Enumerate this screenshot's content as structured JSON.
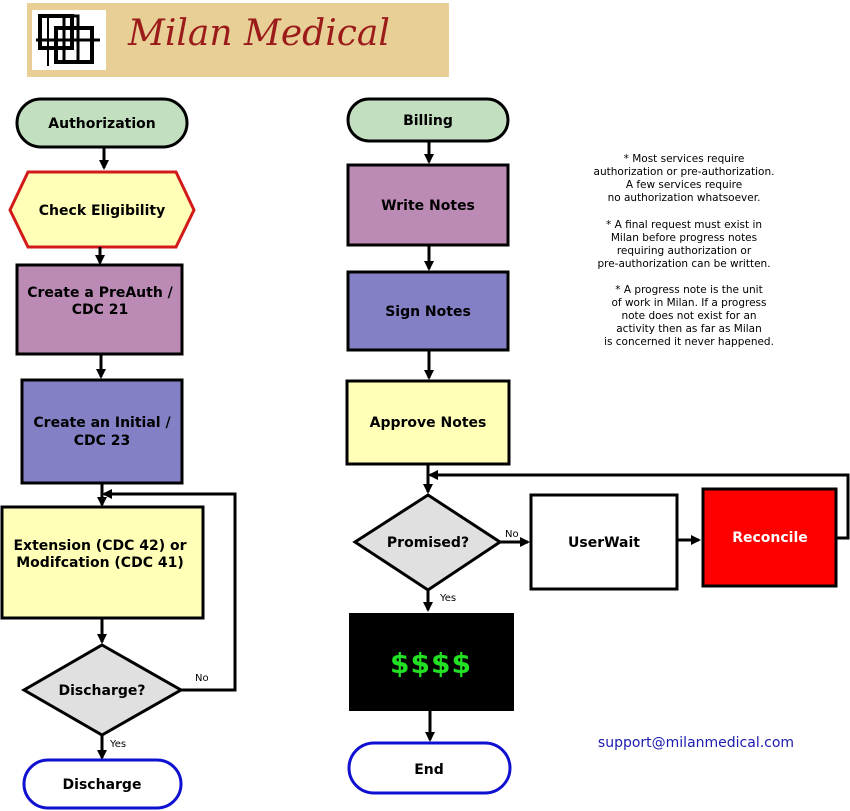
{
  "header": {
    "brand": "Milan Medical"
  },
  "authorization_flow": {
    "start": "Authorization",
    "check": "Check Eligibility",
    "preauth": [
      "Create a PreAuth /",
      "CDC 21"
    ],
    "initial": [
      "Create an Initial /",
      "CDC 23"
    ],
    "extension": [
      "Extension (CDC 42)  or",
      "Modifcation (CDC 41)"
    ],
    "decision": "Discharge?",
    "no_label": "No",
    "yes_label": "Yes",
    "end": "Discharge"
  },
  "billing_flow": {
    "start": "Billing",
    "write": "Write Notes",
    "sign": "Sign Notes",
    "approve": "Approve Notes",
    "decision": "Promised?",
    "no_label": "No",
    "yes_label": "Yes",
    "wait": "UserWait",
    "reconcile": "Reconcile",
    "money": "$$$$",
    "end": "End"
  },
  "notes": [
    [
      "* Most services require",
      "authorization or pre-authorization.",
      "A few services require",
      "no authorization whatsoever."
    ],
    [
      "* A final request must exist in",
      "Milan before progress notes",
      "requiring authorization or",
      "pre-authorization can be written."
    ],
    [
      "* A progress note is the unit",
      "of work in Milan. If a progress",
      "note does not exist for an",
      "activity then as far as Milan",
      "is concerned it never happened."
    ]
  ],
  "contact": {
    "email": "support@milanmedical.com"
  },
  "colors": {
    "terminal_green": "#c2e0c0",
    "terminal_outline_blue": "#1010d0",
    "eligibility_fill": "#ffffb8",
    "eligibility_border": "#d21a1a",
    "preauth_purple": "#bb8bb5",
    "initial_blue": "#8380c6",
    "yellow": "#ffffb8",
    "decision_gray": "#e0e0e0",
    "reconcile_red": "#ff0000",
    "money_bg": "#000000",
    "logo_bg": "#e7cf95"
  }
}
